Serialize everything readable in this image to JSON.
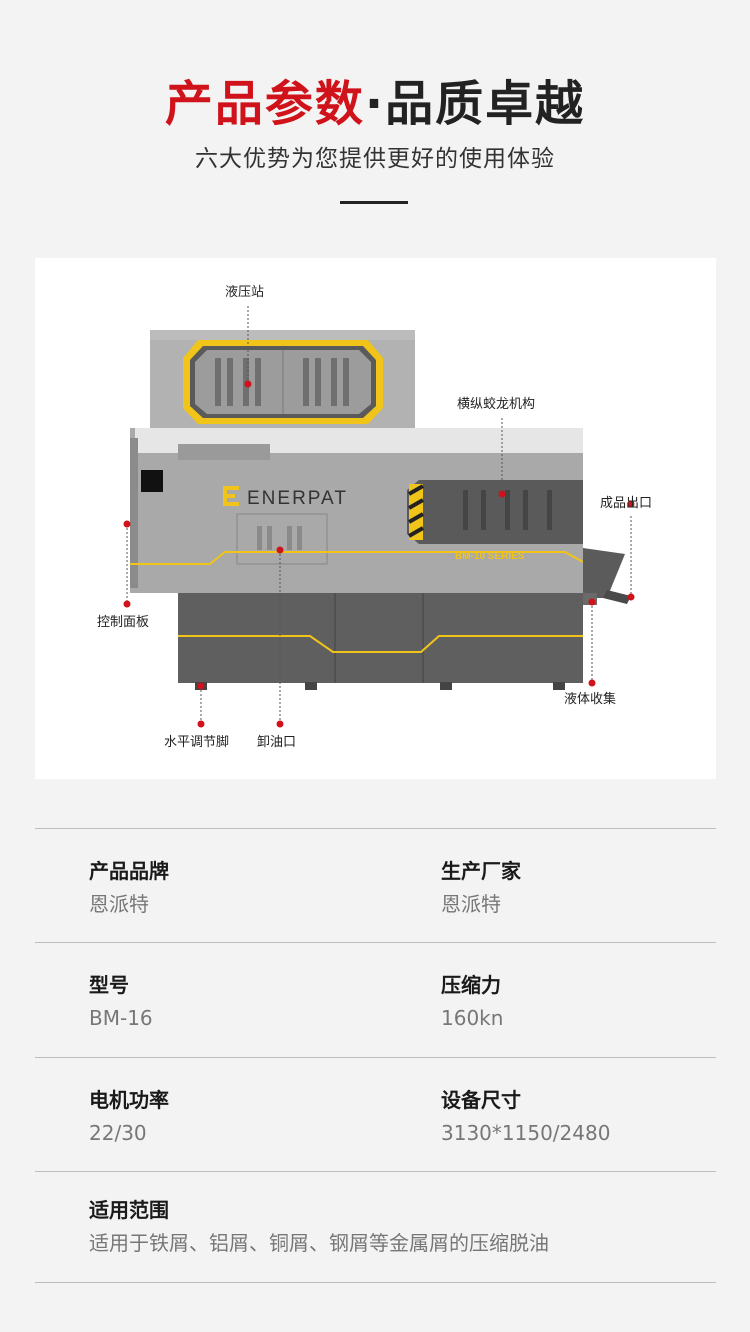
{
  "header": {
    "title_red": "产品参数",
    "title_dot": "·",
    "title_dark": "品质卓越",
    "subtitle": "六大优势为您提供更好的使用体验"
  },
  "machine": {
    "brand_text": "ENERPAT",
    "series_text": "BM-10 SERIES",
    "callouts": {
      "hydraulic_station": "液压站",
      "horizontal_auger": "横纵蛟龙机构",
      "product_outlet": "成品出口",
      "control_panel": "控制面板",
      "liquid_collection": "液体收集",
      "leveling_foot": "水平调节脚",
      "oil_drain": "卸油口"
    },
    "colors": {
      "accent_red": "#d0121b",
      "stripe_yellow": "#f0c419",
      "body_gray": "#a9a9a9"
    }
  },
  "specs": {
    "rows": [
      {
        "left_label": "产品品牌",
        "left_value": "恩派特",
        "right_label": "生产厂家",
        "right_value": "恩派特"
      },
      {
        "left_label": "型号",
        "left_value": "BM-16",
        "right_label": "压缩力",
        "right_value": "160kn"
      },
      {
        "left_label": "电机功率",
        "left_value": "22/30",
        "right_label": "设备尺寸",
        "right_value": "3130*1150/2480"
      },
      {
        "left_label": "适用范围",
        "left_value": "适用于铁屑、铝屑、铜屑、钢屑等金属屑的压缩脱油"
      }
    ]
  }
}
